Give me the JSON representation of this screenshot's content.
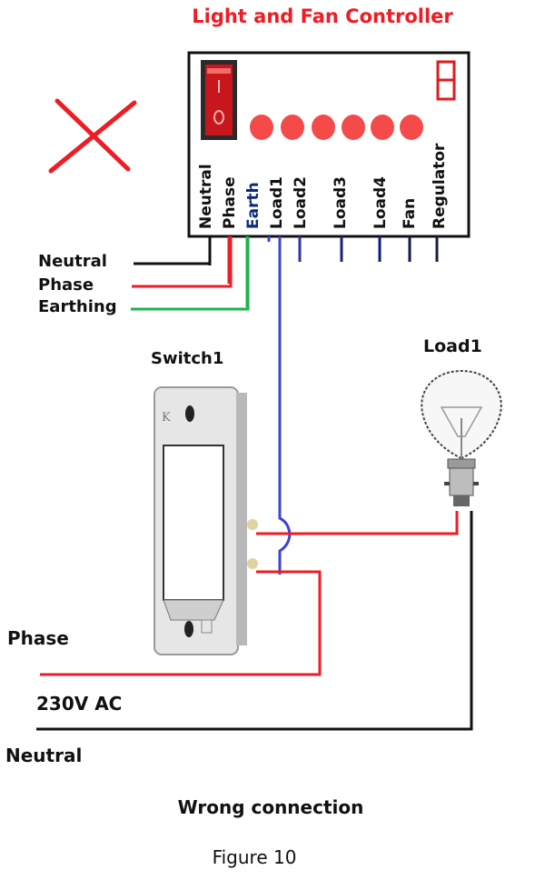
{
  "diagram": {
    "title": "Light and Fan Controller",
    "controller": {
      "terminals": [
        "Neutral",
        "Phase",
        "Earth",
        "Load1",
        "Load2",
        "Load3",
        "Load4",
        "Fan",
        "Regulator"
      ],
      "rocker_switch": {
        "on_symbol": "I",
        "off_symbol": "O"
      },
      "led_count": 6,
      "display_digit": "8"
    },
    "supply_labels": {
      "neutral": "Neutral",
      "phase": "Phase",
      "earthing": "Earthing"
    },
    "switch_label": "Switch1",
    "load_label": "Load1",
    "mains": {
      "phase": "Phase",
      "voltage": "230V AC",
      "neutral": "Neutral"
    },
    "status_mark": "wrong-cross",
    "caption": "Wrong connection",
    "figure_label": "Figure 10",
    "colors": {
      "title": "#ee1c24",
      "phase_wire": "#ee1c24",
      "neutral_wire": "#111111",
      "earth_wire": "#1db34a",
      "load_wire": "#3a44d6",
      "terminal_wire": "#1a237e",
      "led": "#f44a4a",
      "cross": "#ee1c24",
      "earth_label": "#0b2a7a"
    }
  }
}
